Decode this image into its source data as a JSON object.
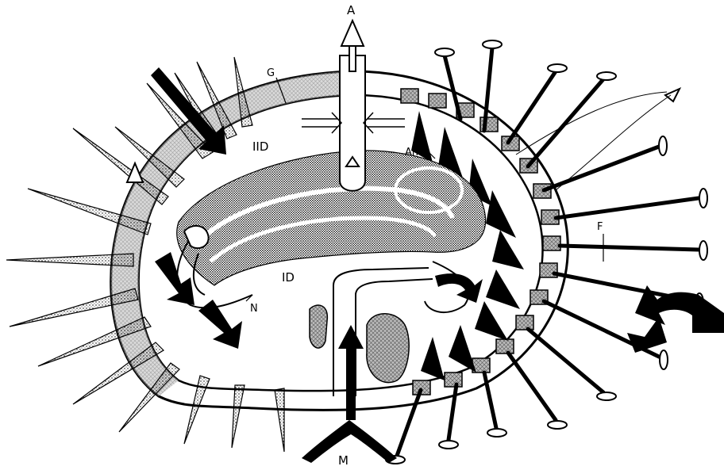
{
  "figure": {
    "background": "#ffffff",
    "ink": "#000000",
    "labels": {
      "top_arrow": "A",
      "bottom_arrow": "M",
      "left_top_segment": "G",
      "upper_chamber": "IID",
      "lower_chamber": "ID",
      "canal_label": "N",
      "plate_label": "Am",
      "filament_label": "F"
    }
  }
}
